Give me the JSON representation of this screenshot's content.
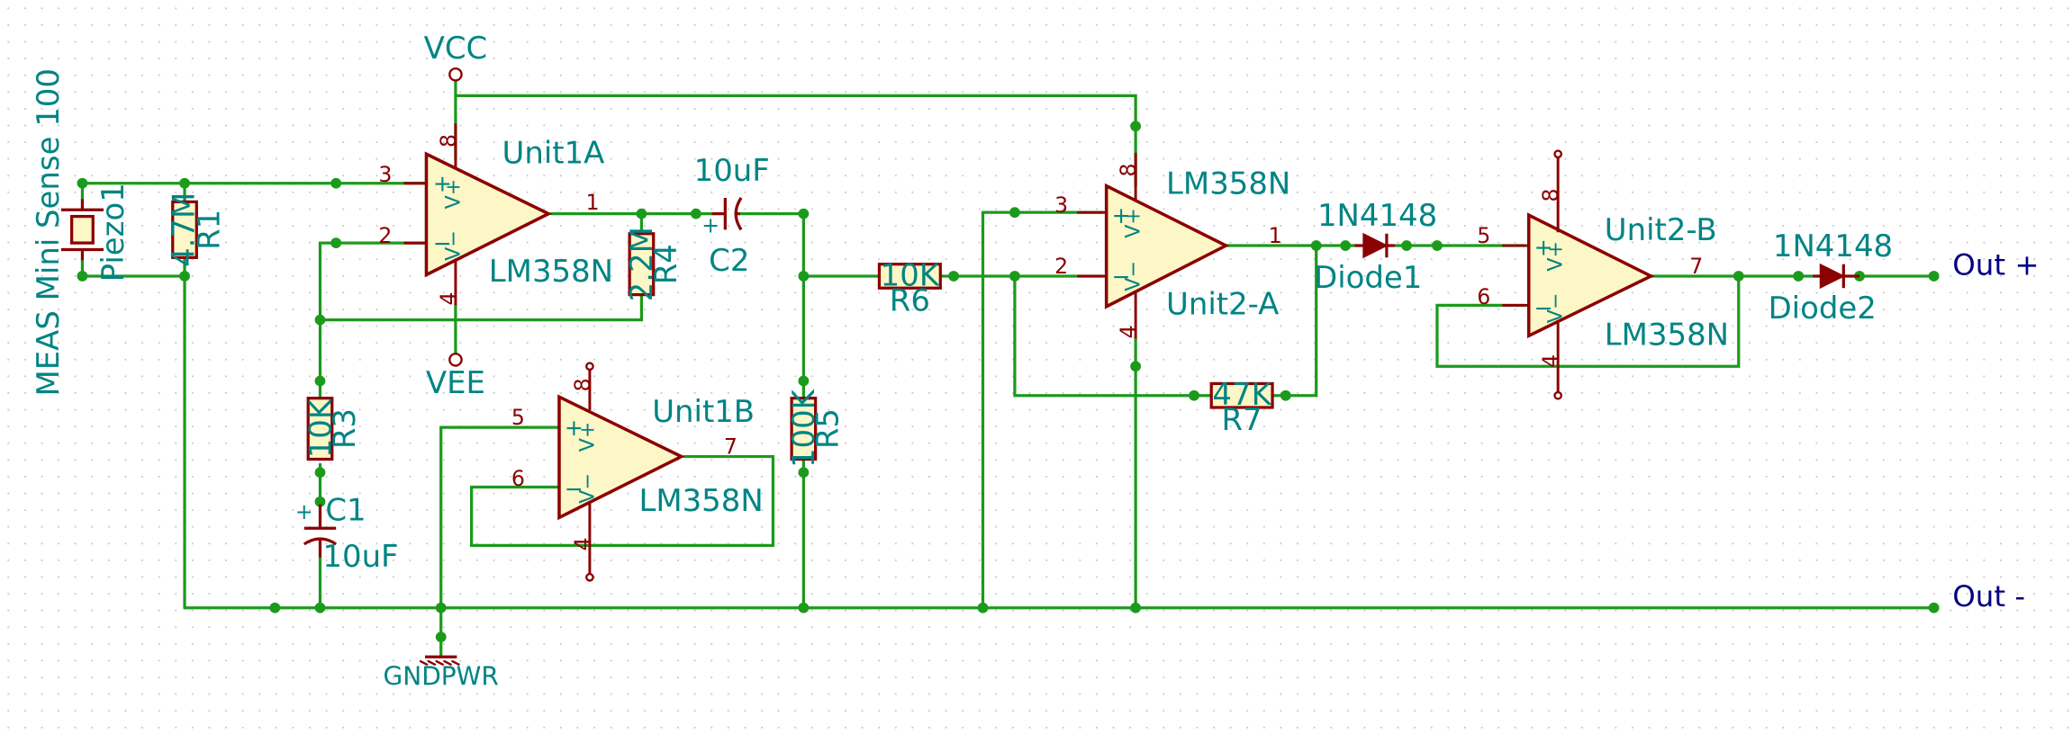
{
  "title": "MEAS Mini Sense 100",
  "power": {
    "vcc": "VCC",
    "vee": "VEE",
    "gnd": "GNDPWR"
  },
  "piezo": "Piezo1",
  "outputs": {
    "pos": "Out +",
    "neg": "Out -"
  },
  "opamps": {
    "u1a": {
      "ref": "Unit1A",
      "value": "LM358N",
      "pin_in_pos": "3",
      "pin_in_neg": "2",
      "pin_out": "1",
      "pin_vcc": "8",
      "pin_vee": "4"
    },
    "u1b": {
      "ref": "Unit1B",
      "value": "LM358N",
      "pin_in_pos": "5",
      "pin_in_neg": "6",
      "pin_out": "7",
      "pin_vcc": "8",
      "pin_vee": "4"
    },
    "u2a": {
      "ref": "Unit2-A",
      "value": "LM358N",
      "pin_in_pos": "3",
      "pin_in_neg": "2",
      "pin_out": "1",
      "pin_vcc": "8",
      "pin_vee": "4"
    },
    "u2b": {
      "ref": "Unit2-B",
      "value": "LM358N",
      "pin_in_pos": "5",
      "pin_in_neg": "6",
      "pin_out": "7",
      "pin_vcc": "8",
      "pin_vee": "4"
    }
  },
  "resistors": {
    "r1": {
      "ref": "R1",
      "value": "4.7M"
    },
    "r3": {
      "ref": "R3",
      "value": "10K"
    },
    "r4": {
      "ref": "R4",
      "value": "2.2M"
    },
    "r5": {
      "ref": "R5",
      "value": "100K"
    },
    "r6": {
      "ref": "R6",
      "value": "10K"
    },
    "r7": {
      "ref": "R7",
      "value": "47K"
    }
  },
  "capacitors": {
    "c1": {
      "ref": "C1",
      "value": "10uF"
    },
    "c2": {
      "ref": "C2",
      "value": "10uF"
    }
  },
  "diodes": {
    "d1": {
      "ref": "Diode1",
      "value": "1N4148"
    },
    "d2": {
      "ref": "Diode2",
      "value": "1N4148"
    }
  },
  "opamp_glyphs": {
    "plus": "+",
    "minus": "−",
    "vplus": "V+",
    "vminus": "V−"
  }
}
